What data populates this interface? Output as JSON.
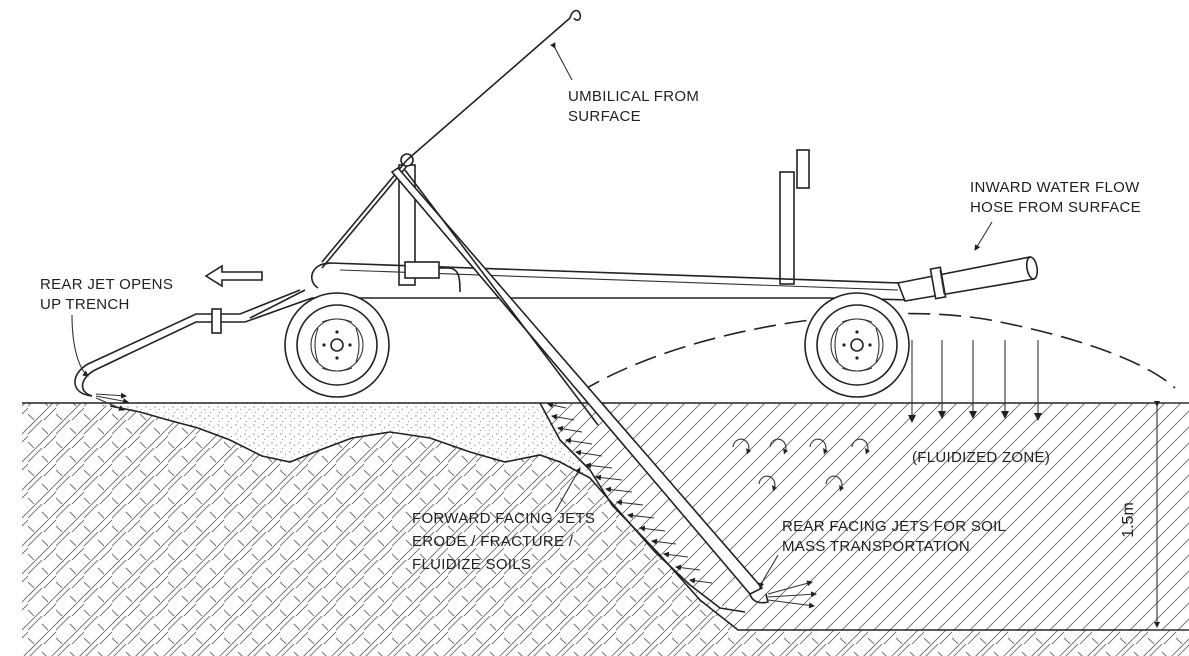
{
  "labels": {
    "umbilical_1": "UMBILICAL FROM",
    "umbilical_2": "SURFACE",
    "inward_1": "INWARD WATER FLOW",
    "inward_2": "HOSE FROM SURFACE",
    "rear_jet_1": "REAR JET OPENS",
    "rear_jet_2": "UP TRENCH",
    "fluidized": "(FLUIDIZED ZONE)",
    "forward_1": "FORWARD FACING JETS",
    "forward_2": "ERODE  /  FRACTURE  /",
    "forward_3": "FLUIDIZE SOILS",
    "rear_facing_1": "REAR FACING JETS FOR SOIL",
    "rear_facing_2": "MASS TRANSPORTATION",
    "depth": "1.5m"
  },
  "colors": {
    "line": "#222222",
    "hatch": "#6a6a6a",
    "stipple": "#8a8a8a",
    "background": "#ffffff"
  },
  "icons": {
    "direction": "arrow-left-icon",
    "wheel": "wheel-icon",
    "vortex": "vortex-icon"
  }
}
